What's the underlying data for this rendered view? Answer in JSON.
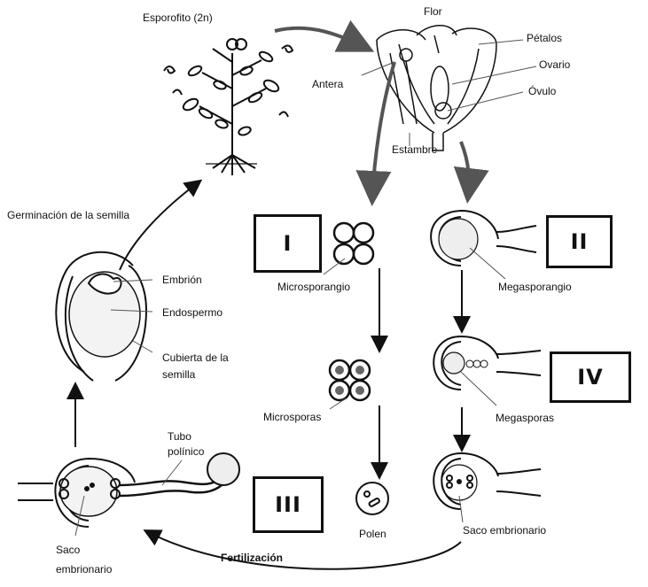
{
  "labels": {
    "esporofito": "Esporofito (2n)",
    "flor": "Flor",
    "petalos": "Pétalos",
    "ovario": "Ovario",
    "ovulo": "Óvulo",
    "antera": "Antera",
    "estambre": "Estambre",
    "germinacion": "Germinación de la semilla",
    "embrion": "Embrión",
    "endospermo": "Endospermo",
    "cubierta_line1": "Cubierta de la",
    "cubierta_line2": "semilla",
    "microsporangio": "Microsporangio",
    "megasporangio": "Megasporangio",
    "microsporas": "Microsporas",
    "megasporas": "Megasporas",
    "tubo_line1": "Tubo",
    "tubo_line2": "polínico",
    "polen": "Polen",
    "saco_right": "Saco embrionario",
    "saco_left_line1": "Saco",
    "saco_left_line2": "embrionario",
    "fertilizacion": "Fertilización"
  },
  "boxes": {
    "I": "I",
    "II": "II",
    "III": "III",
    "IV": "IV"
  }
}
